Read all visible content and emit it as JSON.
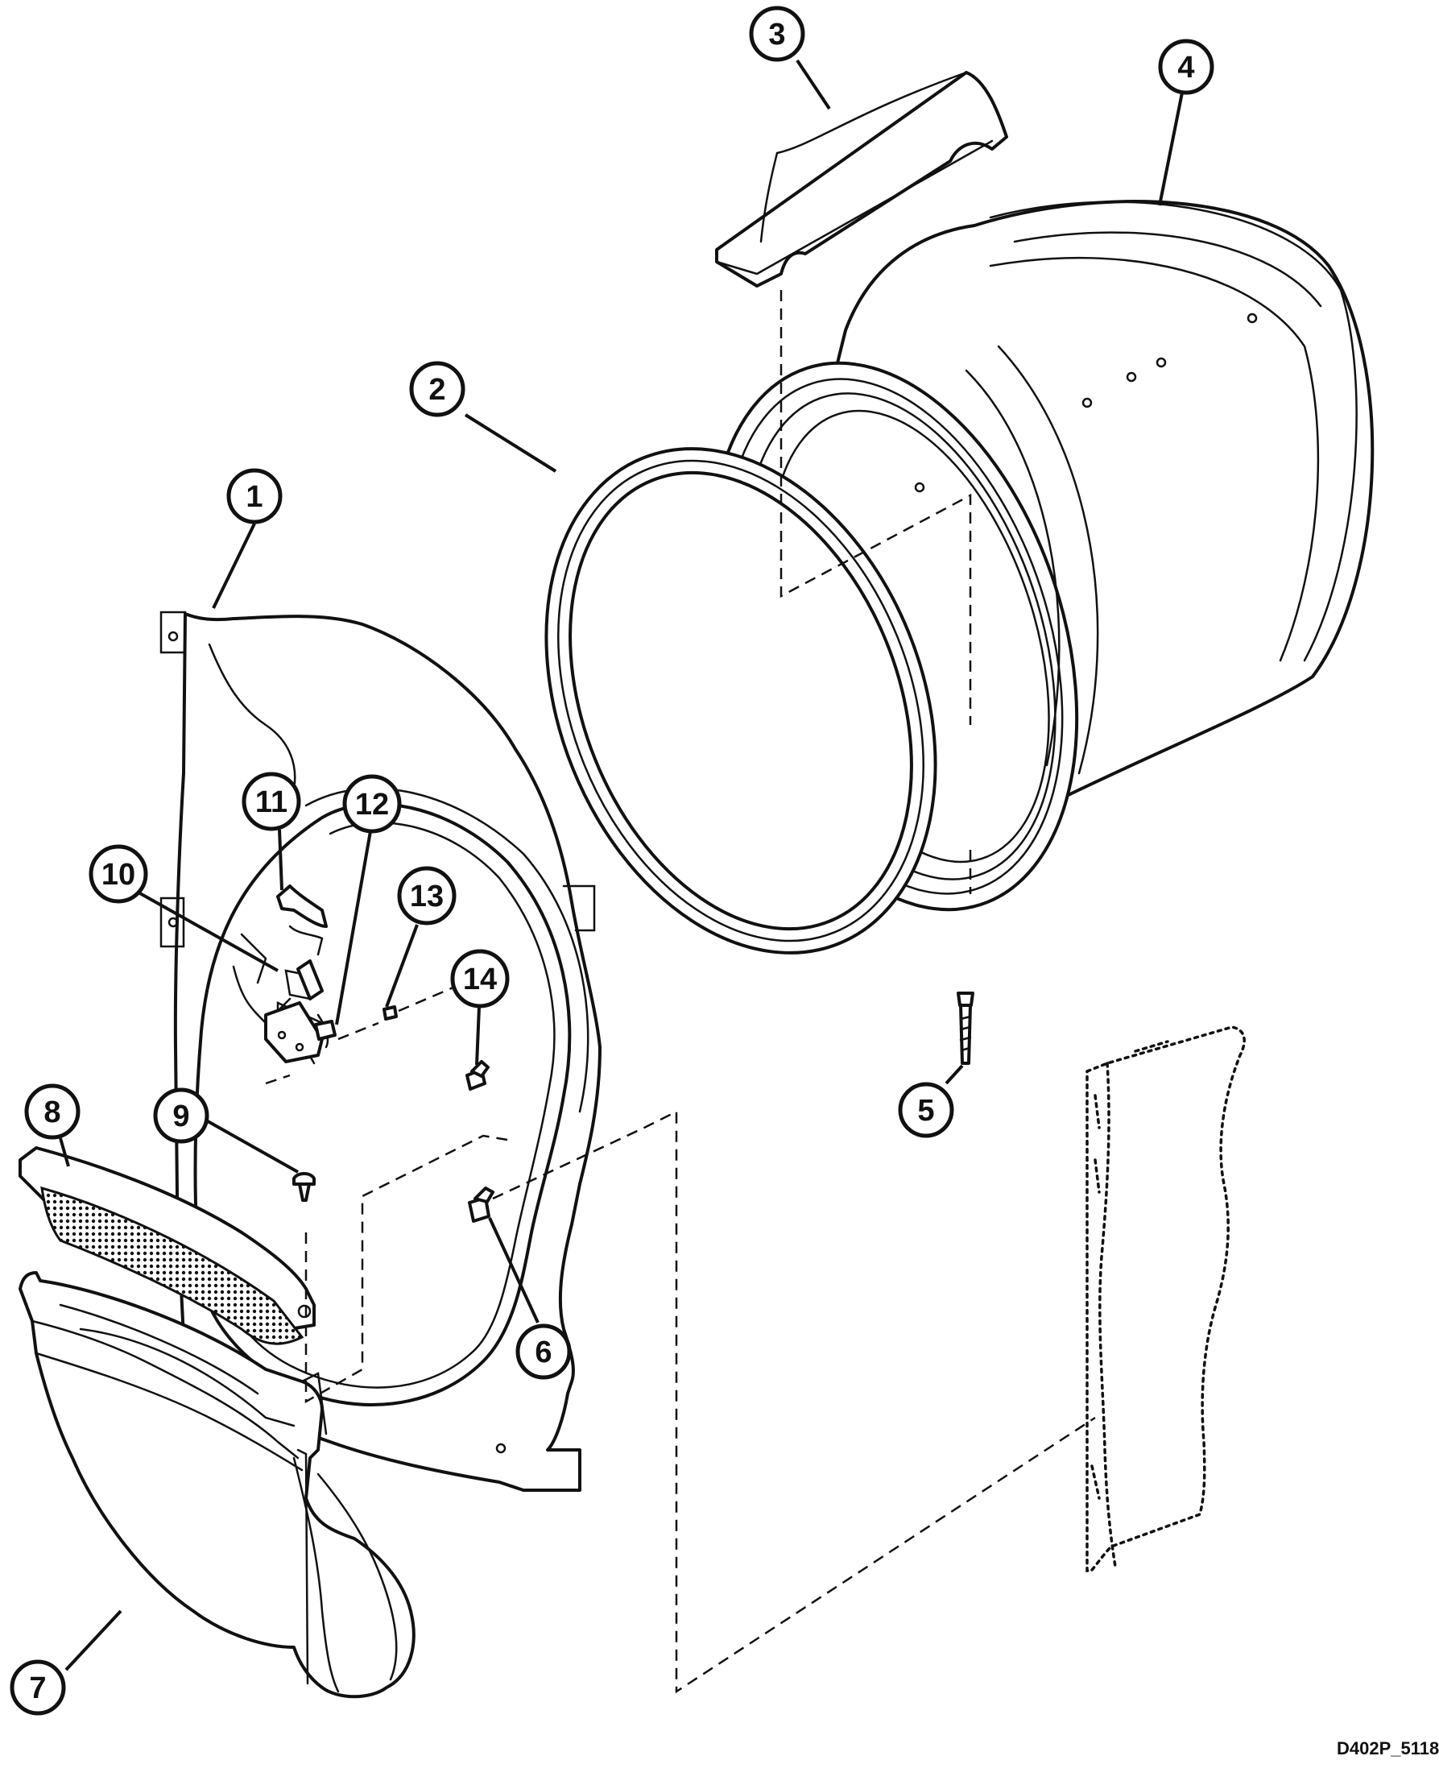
{
  "diagram": {
    "callouts": [
      {
        "id": "1",
        "label": "1"
      },
      {
        "id": "2",
        "label": "2"
      },
      {
        "id": "3",
        "label": "3"
      },
      {
        "id": "4",
        "label": "4"
      },
      {
        "id": "5",
        "label": "5"
      },
      {
        "id": "6",
        "label": "6"
      },
      {
        "id": "7",
        "label": "7"
      },
      {
        "id": "8",
        "label": "8"
      },
      {
        "id": "9",
        "label": "9"
      },
      {
        "id": "10",
        "label": "10"
      },
      {
        "id": "11",
        "label": "11"
      },
      {
        "id": "12",
        "label": "12"
      },
      {
        "id": "13",
        "label": "13"
      },
      {
        "id": "14",
        "label": "14"
      }
    ],
    "drawing_code": "D402P_5118"
  }
}
